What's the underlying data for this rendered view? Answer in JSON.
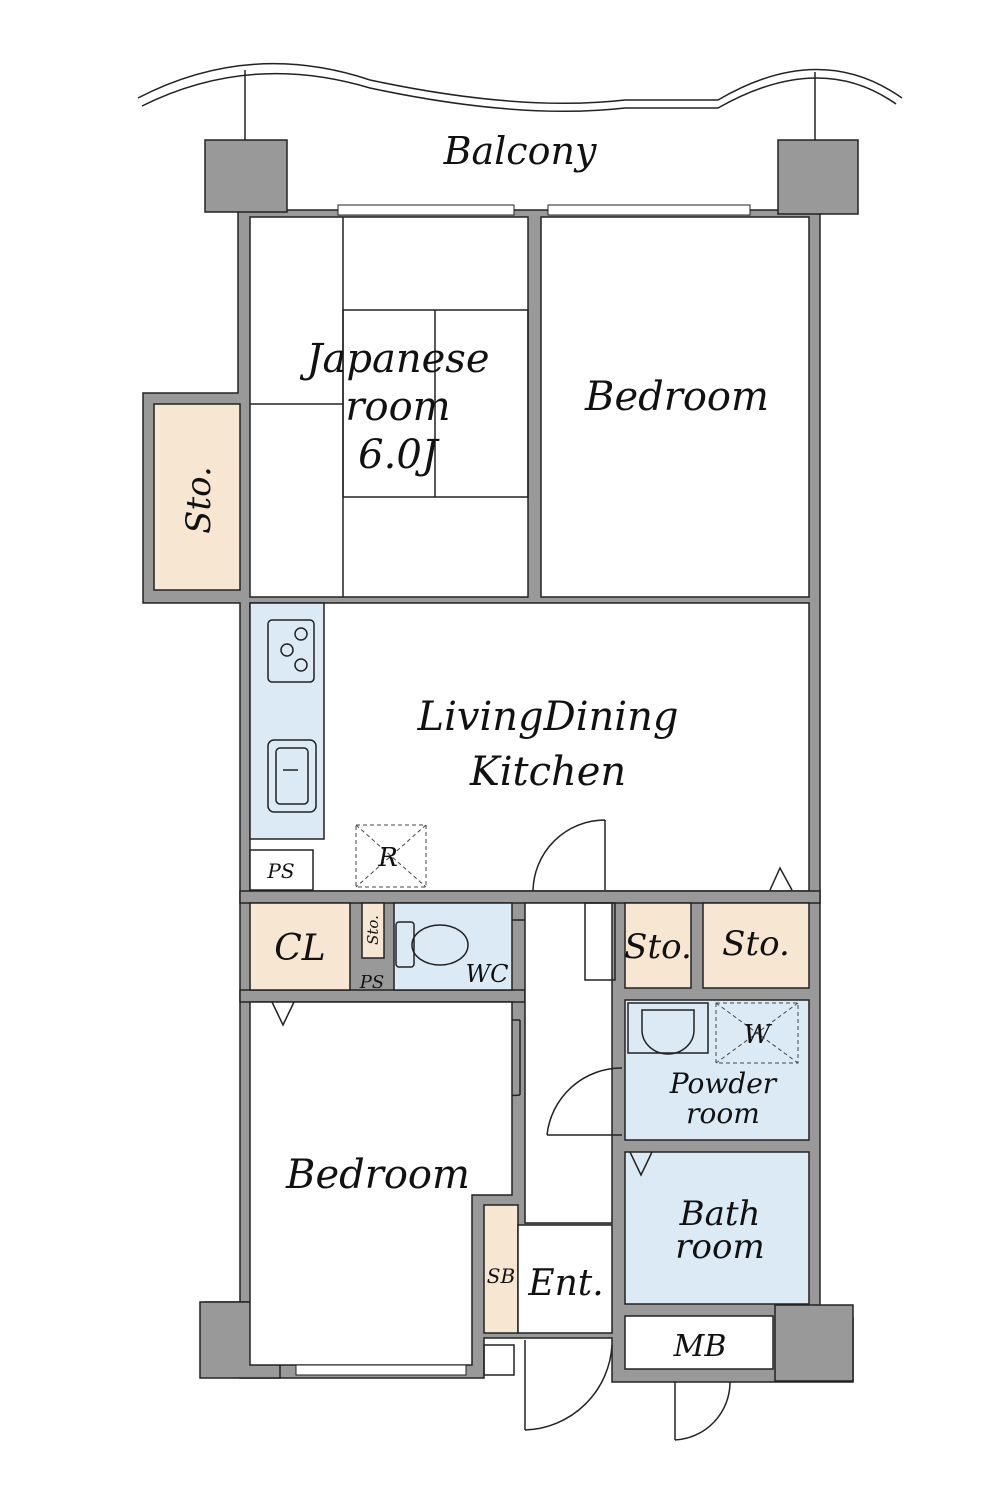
{
  "labels": {
    "balcony": "Balcony",
    "japanese_room_line1": "Japanese",
    "japanese_room_line2": "room",
    "japanese_room_line3": "6.0J",
    "bedroom_top": "Bedroom",
    "storage_left": "Sto.",
    "ldk_line1": "LivingDining",
    "ldk_line2": "Kitchen",
    "refrigerator": "R",
    "pipe_space_1": "PS",
    "closet": "CL",
    "storage_small": "Sto.",
    "pipe_space_2": "PS",
    "wc": "WC",
    "storage_hall_1": "Sto.",
    "storage_hall_2": "Sto.",
    "washer": "W",
    "powder_room_line1": "Powder",
    "powder_room_line2": "room",
    "bedroom_bottom": "Bedroom",
    "bath_room_line1": "Bath",
    "bath_room_line2": "room",
    "shoe_box": "SB",
    "entrance": "Ent.",
    "meter_box": "MB"
  },
  "colors": {
    "wall": "#999999",
    "storage": "#f6e6d2",
    "wet_area": "#dceaf6",
    "room": "#ffffff"
  }
}
